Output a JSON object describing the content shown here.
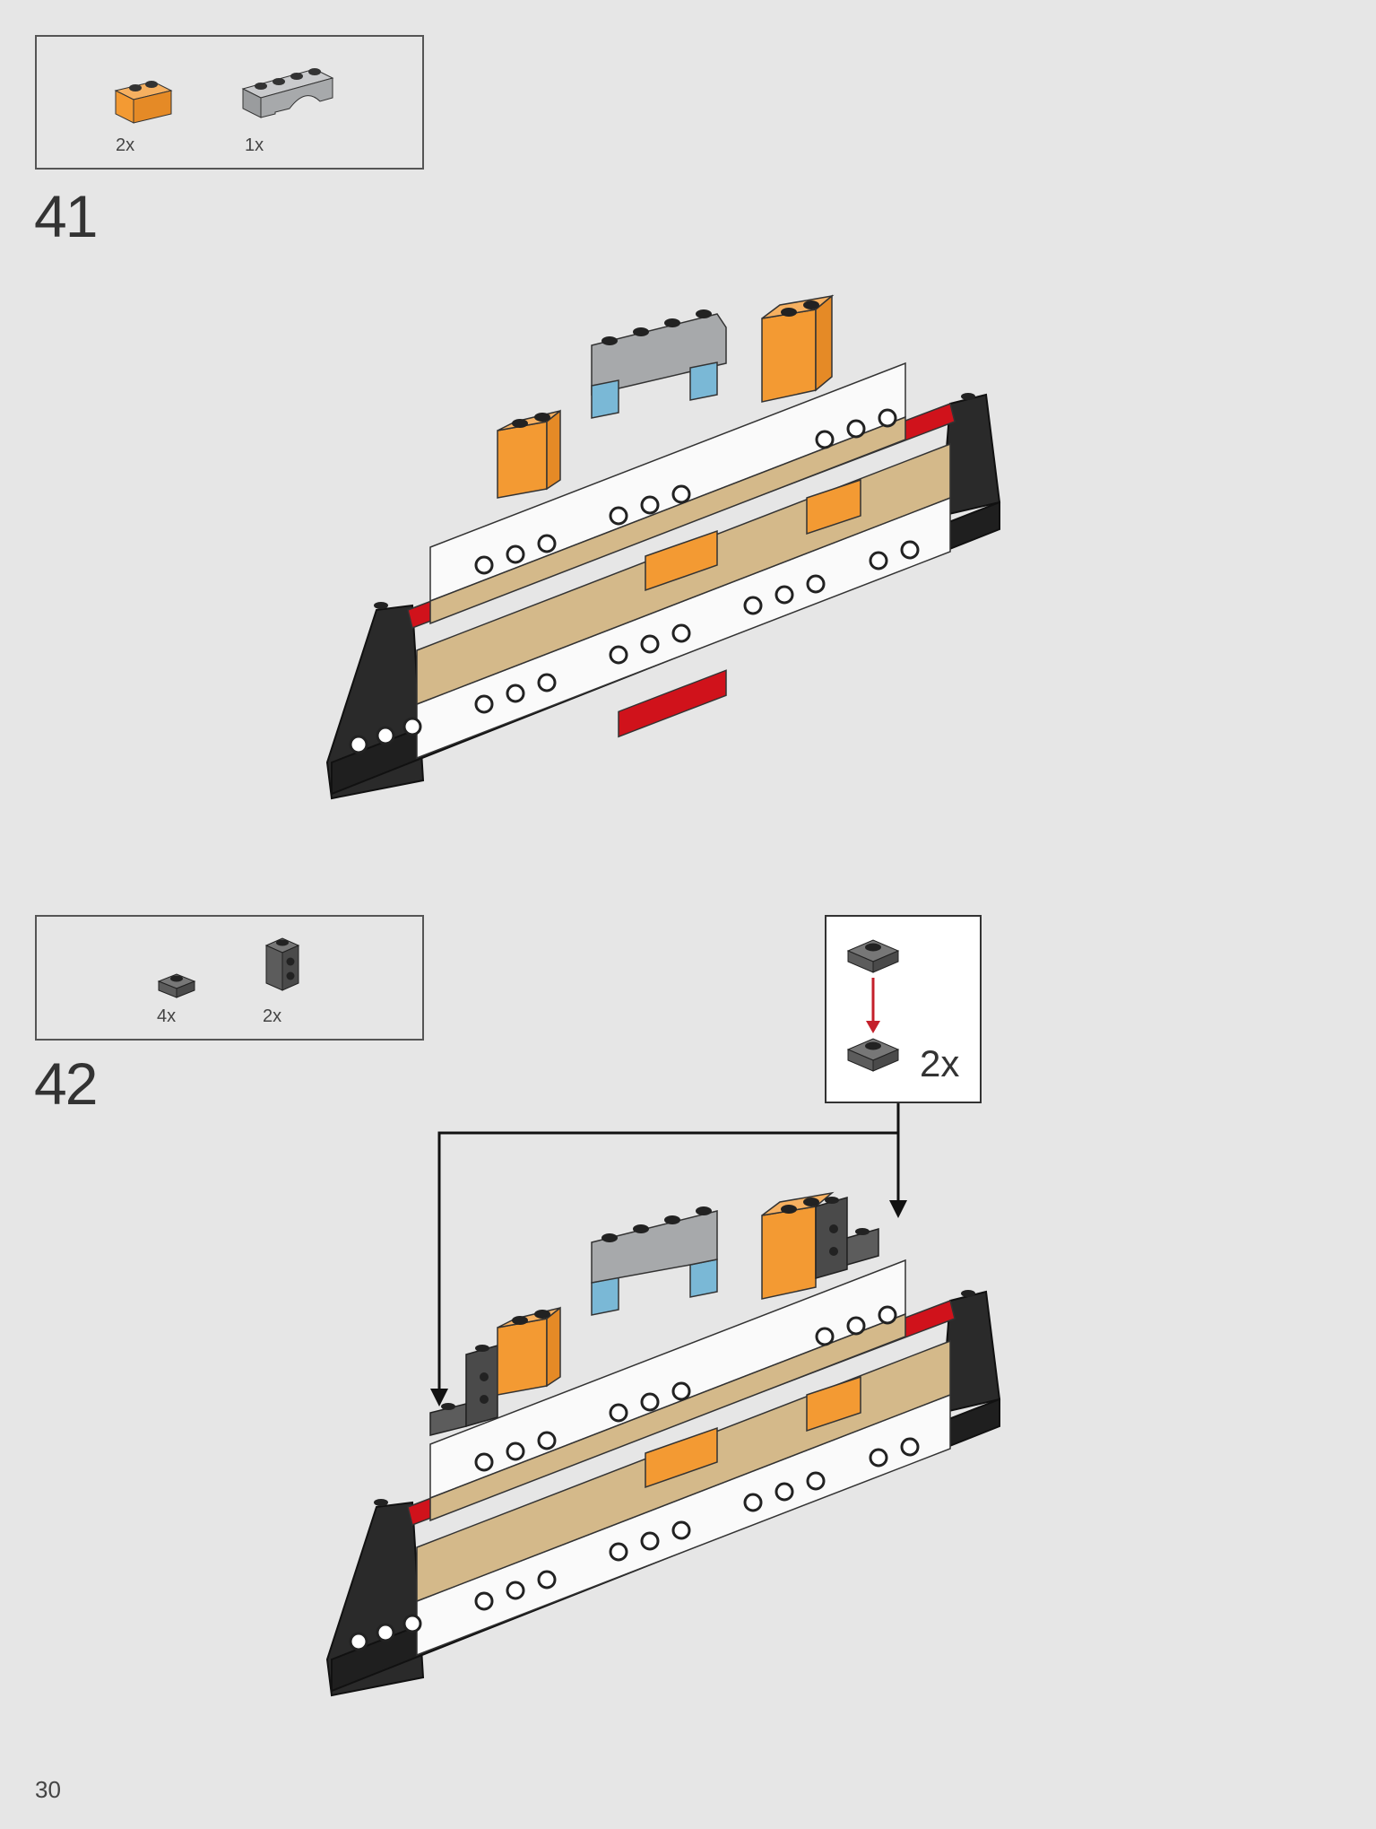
{
  "page": {
    "number": "30"
  },
  "steps": [
    {
      "number": "41",
      "parts": [
        {
          "piece": "orange-brick-1x2-icon",
          "qty": "2x"
        },
        {
          "piece": "gray-arch-1x4-icon",
          "qty": "1x"
        }
      ]
    },
    {
      "number": "42",
      "parts": [
        {
          "piece": "dark-gray-plate-1x1-icon",
          "qty": "4x"
        },
        {
          "piece": "dark-gray-brick-1x1-studs-side-icon",
          "qty": "2x"
        }
      ],
      "callout": {
        "qty": "2x"
      }
    }
  ],
  "colors": {
    "orange": "#f39a33",
    "white": "#ffffff",
    "tan": "#d4b98a",
    "red": "#d0121b",
    "black": "#2a2a2a",
    "light_blue": "#7ab8d6",
    "gray": "#a7a9ab",
    "dark_gray": "#5c5c5c",
    "arrow_red": "#c4202b"
  }
}
